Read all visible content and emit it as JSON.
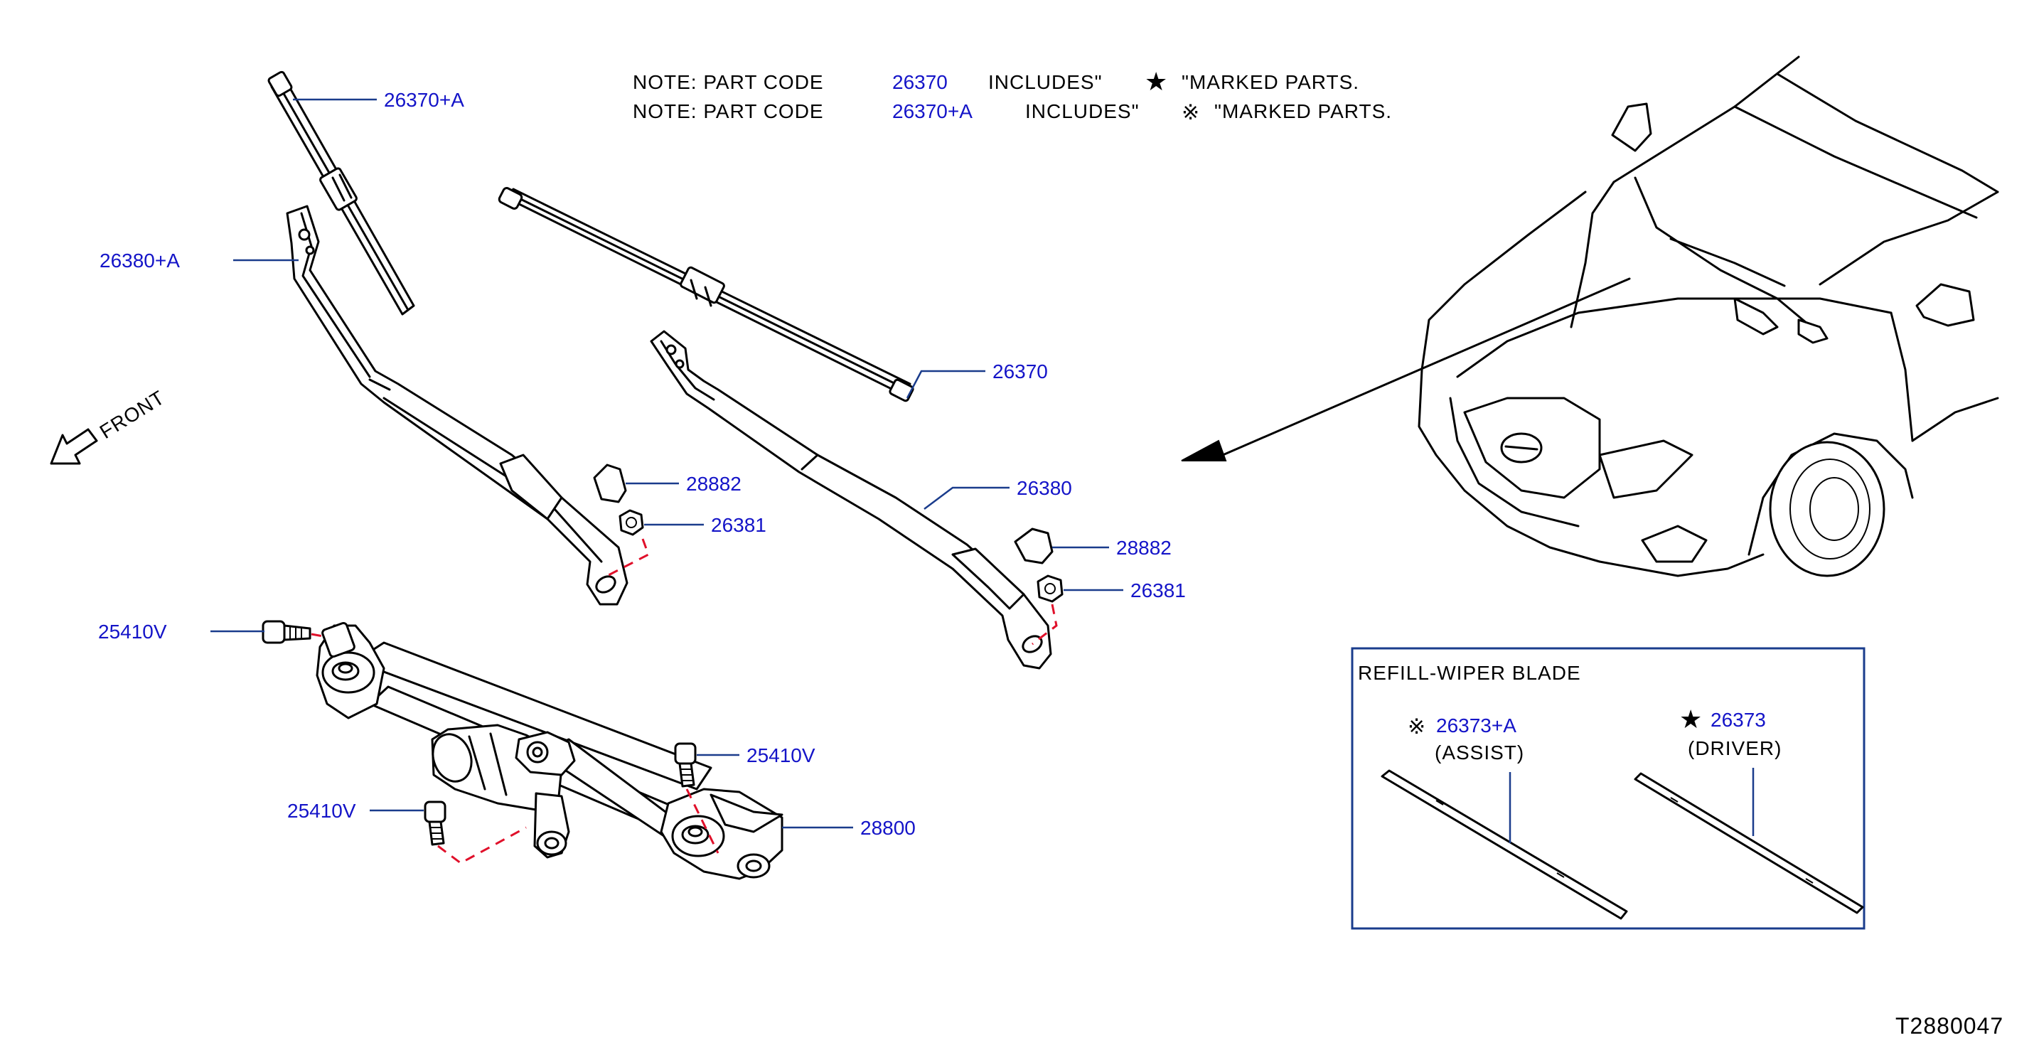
{
  "notes": [
    {
      "prefix": "NOTE:   PART   CODE",
      "code": "26370",
      "includes": "INCLUDES\"",
      "symbol": "★",
      "suffix": "\"MARKED   PARTS."
    },
    {
      "prefix": "NOTE:   PART   CODE",
      "code": "26370+A",
      "includes": "INCLUDES\"",
      "symbol": "※",
      "suffix": "\"MARKED   PARTS."
    }
  ],
  "direction_label": "FRONT",
  "callouts": {
    "blade_assist": "26370+A",
    "arm_assist": "26380+A",
    "blade_driver": "26370",
    "arm_driver": "26380",
    "cap_left": "28882",
    "nut_left": "26381",
    "cap_right": "28882",
    "nut_right": "26381",
    "bolt_top_left": "25410V",
    "bolt_mid_right": "25410V",
    "bolt_lower_left": "25410V",
    "linkage_motor": "28800"
  },
  "refill_box": {
    "title": "REFILL-WIPER   BLADE",
    "assist": {
      "symbol": "※",
      "code": "26373+A",
      "sub": "(ASSIST)"
    },
    "driver": {
      "symbol": "★",
      "code": "26373",
      "sub": "(DRIVER)"
    }
  },
  "diagram_id": "T2880047"
}
